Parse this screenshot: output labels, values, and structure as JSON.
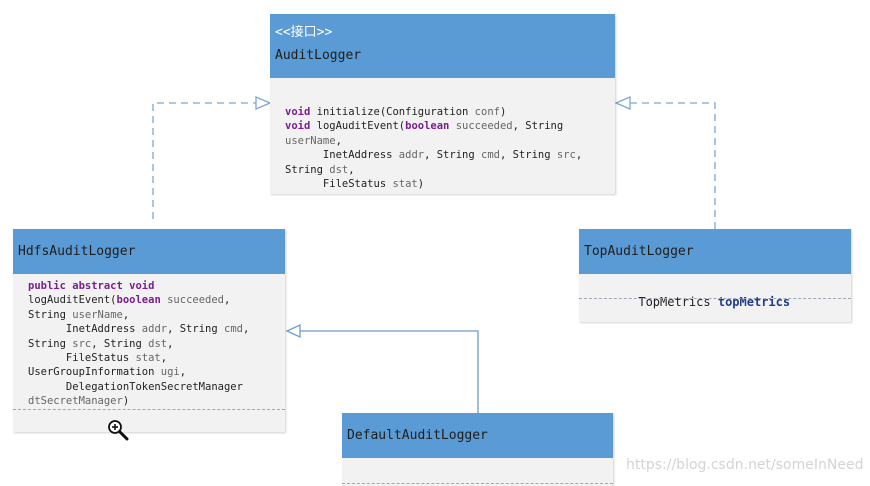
{
  "interface_box": {
    "stereotype": "<<接口>>",
    "name": "AuditLogger",
    "methods": [
      [
        {
          "t": "void",
          "k": "kw"
        },
        {
          "t": " initialize(Configuration ",
          "k": "tok"
        },
        {
          "t": "conf",
          "k": "dim"
        },
        {
          "t": ")",
          "k": "tok"
        }
      ],
      [
        {
          "t": "void",
          "k": "kw"
        },
        {
          "t": " logAuditEvent(",
          "k": "tok"
        },
        {
          "t": "boolean",
          "k": "kw"
        },
        {
          "t": " ",
          "k": "tok"
        },
        {
          "t": "succeeded",
          "k": "dim"
        },
        {
          "t": ", String",
          "k": "tok"
        }
      ],
      [
        {
          "t": "userName",
          "k": "dim"
        },
        {
          "t": ",",
          "k": "tok"
        }
      ],
      [
        {
          "t": "      InetAddress ",
          "k": "tok"
        },
        {
          "t": "addr",
          "k": "dim"
        },
        {
          "t": ", String ",
          "k": "tok"
        },
        {
          "t": "cmd",
          "k": "dim"
        },
        {
          "t": ", String ",
          "k": "tok"
        },
        {
          "t": "src",
          "k": "dim"
        },
        {
          "t": ",",
          "k": "tok"
        }
      ],
      [
        {
          "t": "String ",
          "k": "tok"
        },
        {
          "t": "dst",
          "k": "dim"
        },
        {
          "t": ",",
          "k": "tok"
        }
      ],
      [
        {
          "t": "      FileStatus ",
          "k": "tok"
        },
        {
          "t": "stat",
          "k": "dim"
        },
        {
          "t": ")",
          "k": "tok"
        }
      ]
    ]
  },
  "hdfs_box": {
    "name": "HdfsAuditLogger",
    "methods": [
      [
        {
          "t": "public abstract void",
          "k": "kw"
        }
      ],
      [
        {
          "t": "logAuditEvent(",
          "k": "tok"
        },
        {
          "t": "boolean",
          "k": "kw"
        },
        {
          "t": " ",
          "k": "tok"
        },
        {
          "t": "succeeded",
          "k": "dim"
        },
        {
          "t": ",",
          "k": "tok"
        }
      ],
      [
        {
          "t": "String ",
          "k": "tok"
        },
        {
          "t": "userName",
          "k": "dim"
        },
        {
          "t": ",",
          "k": "tok"
        }
      ],
      [
        {
          "t": "      InetAddress ",
          "k": "tok"
        },
        {
          "t": "addr",
          "k": "dim"
        },
        {
          "t": ", String ",
          "k": "tok"
        },
        {
          "t": "cmd",
          "k": "dim"
        },
        {
          "t": ",",
          "k": "tok"
        }
      ],
      [
        {
          "t": "String ",
          "k": "tok"
        },
        {
          "t": "src",
          "k": "dim"
        },
        {
          "t": ", String ",
          "k": "tok"
        },
        {
          "t": "dst",
          "k": "dim"
        },
        {
          "t": ",",
          "k": "tok"
        }
      ],
      [
        {
          "t": "      FileStatus ",
          "k": "tok"
        },
        {
          "t": "stat",
          "k": "dim"
        },
        {
          "t": ",",
          "k": "tok"
        }
      ],
      [
        {
          "t": "UserGroupInformation ",
          "k": "tok"
        },
        {
          "t": "ugi",
          "k": "dim"
        },
        {
          "t": ",",
          "k": "tok"
        }
      ],
      [
        {
          "t": "      DelegationTokenSecretManager",
          "k": "tok"
        }
      ],
      [
        {
          "t": "dtSecretManager",
          "k": "dim"
        },
        {
          "t": ")",
          "k": "tok"
        }
      ]
    ]
  },
  "top_box": {
    "name": "TopAuditLogger",
    "field_type": "TopMetrics ",
    "field_name": "topMetrics"
  },
  "default_box": {
    "name": "DefaultAuditLogger"
  },
  "watermark": "https://blog.csdn.net/someInNeed",
  "icons": {
    "zoom": "zoom-in-icon"
  },
  "colors": {
    "header": "#5b9bd5",
    "body": "#f2f2f2",
    "connector": "#5b9bd5"
  }
}
